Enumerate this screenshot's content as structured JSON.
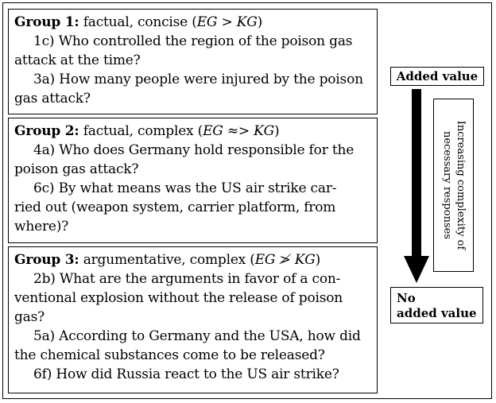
{
  "groups": [
    {
      "title": "Group 1:",
      "desc": " factual, concise (",
      "math": "EG > KG",
      "close": ")",
      "questions": [
        "1c) Who controlled the region of the poison gas",
        "attack at the time?",
        "3a) How many people were injured by the poison",
        "gas attack?"
      ]
    },
    {
      "title": "Group 2:",
      "desc": " factual, complex (",
      "math": "EG ≈> KG",
      "close": ")",
      "questions": [
        "4a) Who does Germany hold responsible for the",
        "poison gas attack?",
        "6c) By what means was the US air strike car-",
        "ried out (weapon system, carrier platform, from",
        "where)?"
      ]
    },
    {
      "title": "Group 3:",
      "desc": " argumentative, complex (",
      "math": "EG ≯ KG",
      "close": ")",
      "questions": [
        "2b) What are the arguments in favor of a con-",
        "ventional explosion without the release of poison",
        "gas?",
        "5a) According to Germany and the USA, how did",
        "the chemical substances come to be released?",
        "6f) How did Russia react to the US air strike?"
      ]
    }
  ],
  "labels": {
    "added_value": "Added value",
    "no_added_value_line1": "No",
    "no_added_value_line2": "added value",
    "complexity_line1": "Increasing complexity of",
    "complexity_line2": "necessary responses"
  }
}
